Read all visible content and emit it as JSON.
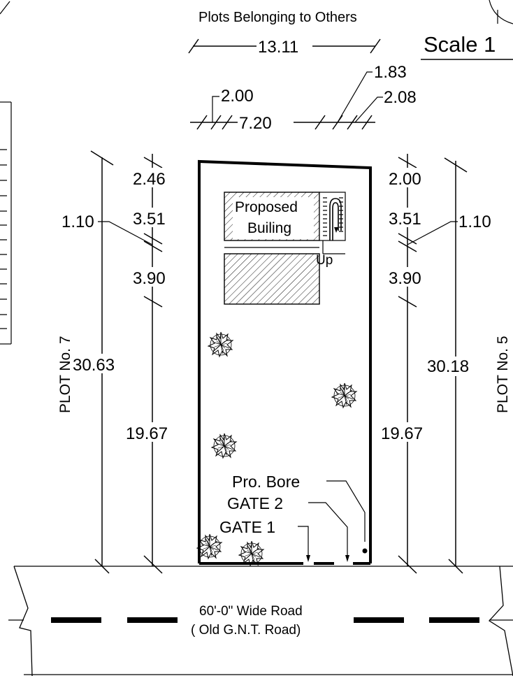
{
  "header": {
    "plots_belonging": "Plots Belonging to Others",
    "scale": "Scale 1"
  },
  "top_dims": {
    "overall": "13.11",
    "d_2_00": "2.00",
    "d_7_20": "7.20",
    "d_1_83": "1.83",
    "d_2_08": "2.08"
  },
  "left_dims": {
    "plot_label": "PLOT No. 7",
    "overall": "30.63",
    "d_1_10": "1.10",
    "d_2_46": "2.46",
    "d_3_51": "3.51",
    "d_3_90": "3.90",
    "d_19_67": "19.67"
  },
  "right_dims": {
    "plot_label": "PLOT No. 5",
    "overall": "30.18",
    "d_1_10": "1.10",
    "d_2_00": "2.00",
    "d_3_51": "3.51",
    "d_3_90": "3.90",
    "d_19_67": "19.67"
  },
  "building": {
    "line1": "Proposed",
    "line2": "Builing",
    "stair_label": "Up"
  },
  "callouts": {
    "bore": "Pro. Bore",
    "gate2": "GATE 2",
    "gate1": "GATE 1"
  },
  "road": {
    "line1": "60'-0\" Wide Road",
    "line2": "( Old G.N.T. Road)"
  }
}
